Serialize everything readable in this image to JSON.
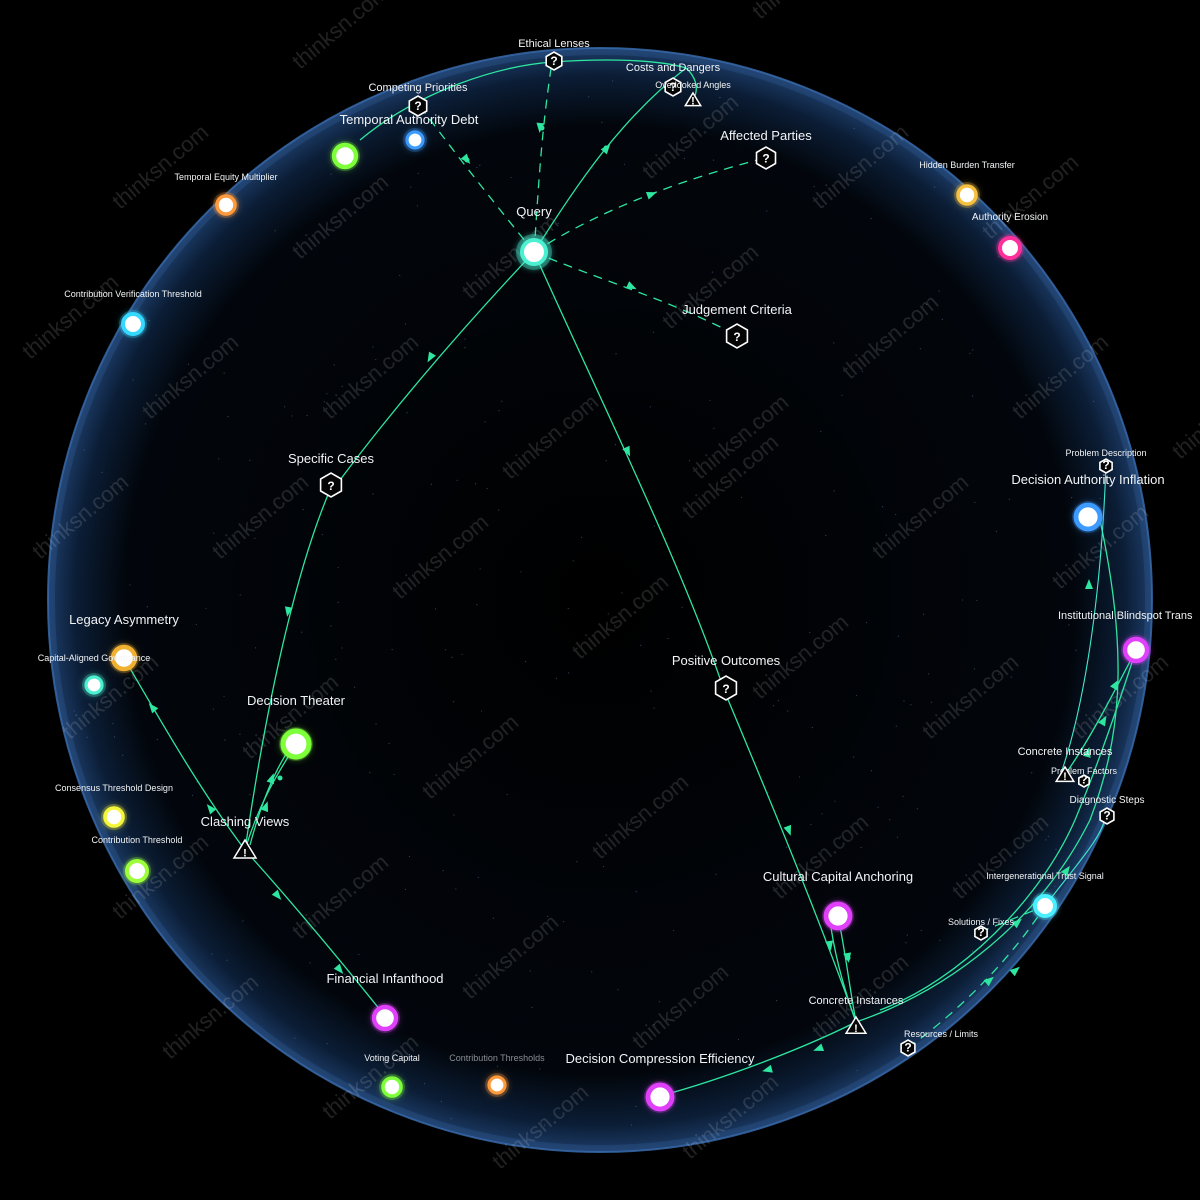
{
  "watermark": "thinksn.com",
  "colors": {
    "background": "#000000",
    "sphere_rim": "#3b6fb3",
    "edge": "#2ee6a0",
    "node_green": "#7dff3a",
    "node_magenta": "#e040fb",
    "node_blue": "#3d9bff",
    "node_orange": "#ff9a3c",
    "node_yellow": "#f5f53a",
    "node_cyan": "#35d8ff",
    "node_pink": "#ff2f9c",
    "node_teal": "#4af0d0",
    "node_gold": "#f0b030"
  },
  "center_node": {
    "label": "Query",
    "color": "#4af0d0",
    "icon": "glowing-orb"
  },
  "question_nodes": [
    {
      "label": "Ethical Lenses",
      "icon": "hexagon-question-icon"
    },
    {
      "label": "Costs and Dangers",
      "icon": "hexagon-question-icon"
    },
    {
      "label": "Competing Priorities",
      "icon": "hexagon-question-icon"
    },
    {
      "label": "Affected Parties",
      "icon": "hexagon-question-icon"
    },
    {
      "label": "Judgement Criteria",
      "icon": "hexagon-question-icon"
    },
    {
      "label": "Specific Cases",
      "icon": "hexagon-question-icon"
    },
    {
      "label": "Positive Outcomes",
      "icon": "hexagon-question-icon"
    },
    {
      "label": "Problem Description",
      "icon": "hexagon-question-icon"
    },
    {
      "label": "Problem Factors",
      "icon": "hexagon-question-icon"
    },
    {
      "label": "Diagnostic Steps",
      "icon": "hexagon-question-icon"
    },
    {
      "label": "Solutions / Fixes",
      "icon": "hexagon-question-icon"
    },
    {
      "label": "Resources / Limits",
      "icon": "hexagon-question-icon"
    }
  ],
  "warning_nodes": [
    {
      "label": "Overlooked Angles",
      "icon": "warning-triangle-icon"
    },
    {
      "label": "Clashing Views",
      "icon": "warning-triangle-icon"
    },
    {
      "label": "Concrete Instances",
      "icon": "warning-triangle-icon"
    },
    {
      "label": "Concrete Instances",
      "icon": "warning-triangle-icon"
    }
  ],
  "concept_nodes": [
    {
      "label": "Temporal Authority Debt",
      "color": "#7dff3a"
    },
    {
      "label": "Temporal Equity Multiplier",
      "color": "#ff9a3c"
    },
    {
      "label": "Contribution Verification Threshold",
      "color": "#35d8ff"
    },
    {
      "label": "Hidden Burden Transfer",
      "color": "#f5c040"
    },
    {
      "label": "Authority Erosion",
      "color": "#ff2f9c"
    },
    {
      "label": "Decision Authority Inflation",
      "color": "#3d9bff"
    },
    {
      "label": "Institutional Blindspot Trans",
      "color": "#e040fb"
    },
    {
      "label": "Intergenerational Trust Signal",
      "color": "#4af0ff"
    },
    {
      "label": "Legacy Asymmetry",
      "color": "#f0b030"
    },
    {
      "label": "Capital-Aligned Governance",
      "color": "#4af0d0"
    },
    {
      "label": "Decision Theater",
      "color": "#7dff3a"
    },
    {
      "label": "Consensus Threshold Design",
      "color": "#f5f53a"
    },
    {
      "label": "Contribution Threshold",
      "color": "#9cff3a"
    },
    {
      "label": "Financial Infanthood",
      "color": "#e040fb"
    },
    {
      "label": "Voting Capital",
      "color": "#7dff3a"
    },
    {
      "label": "Contribution Thresholds",
      "color": "#ff9a3c"
    },
    {
      "label": "Decision Compression Efficiency",
      "color": "#e040fb"
    },
    {
      "label": "Cultural Capital Anchoring",
      "color": "#e040fb"
    },
    {
      "label": "unlabeled-blue",
      "color": "#3d9bff"
    }
  ]
}
